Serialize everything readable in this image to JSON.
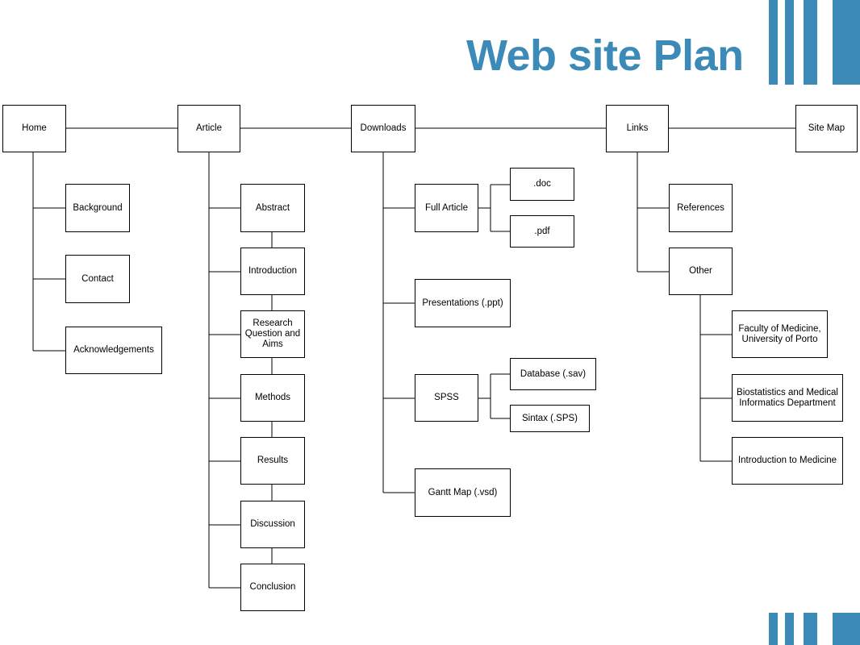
{
  "slide": {
    "title": "Web site Plan",
    "accent_color": "#3c8ab8"
  },
  "sitemap": {
    "home": "Home",
    "article": "Article",
    "downloads": "Downloads",
    "links": "Links",
    "site_map": "Site Map",
    "background": "Background",
    "contact": "Contact",
    "acknowledgements": "Acknowledgements",
    "abstract": "Abstract",
    "introduction": "Introduction",
    "research_question": "Research Question and Aims",
    "methods": "Methods",
    "results": "Results",
    "discussion": "Discussion",
    "conclusion": "Conclusion",
    "full_article": "Full Article",
    "doc": ".doc",
    "pdf": ".pdf",
    "presentations": "Presentations (.ppt)",
    "spss": "SPSS",
    "database": "Database (.sav)",
    "sintax": "Sintax  (.SPS)",
    "gantt_map": "Gantt Map (.vsd)",
    "references": "References",
    "other": "Other",
    "faculty_of_medicine": "Faculty of Medicine, University of Porto",
    "biostatistics": "Biostatistics and Medical Informatics Department",
    "intro_to_medicine": "Introduction to Medicine"
  }
}
